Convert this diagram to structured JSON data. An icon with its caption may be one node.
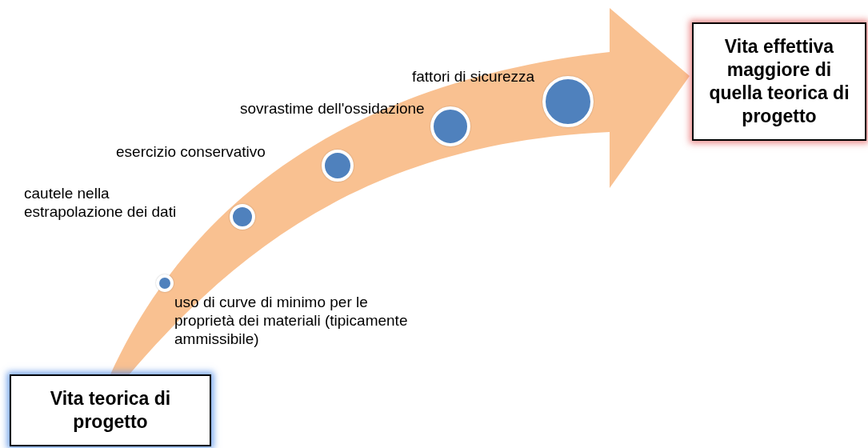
{
  "diagram": {
    "nodes": [
      {
        "text": [
          "Vita teorica di progetto"
        ]
      },
      {
        "text": [],
        "shape": "circle",
        "beside": [
          "uso di curve di minimo per le proprietà dei materiali (tipicamente ammissibile)"
        ]
      },
      {
        "text": [],
        "shape": "circle",
        "beside": [
          "cautele nella estrapolazione dei dati"
        ]
      },
      {
        "text": [],
        "shape": "circle",
        "beside": [
          "esercizio conservativo"
        ]
      },
      {
        "text": [],
        "shape": "circle",
        "beside": [
          "sovrastime dell'ossidazione"
        ]
      },
      {
        "text": [],
        "shape": "circle",
        "beside": [
          "fattori di sicurezza"
        ]
      },
      {
        "text": [
          "Vita effettiva maggiore di quella teorica di progetto"
        ]
      }
    ],
    "edges": [
      {
        "from": 0,
        "to": 6,
        "arrow": "to",
        "style": "thick",
        "color": "#f9c191"
      }
    ]
  }
}
